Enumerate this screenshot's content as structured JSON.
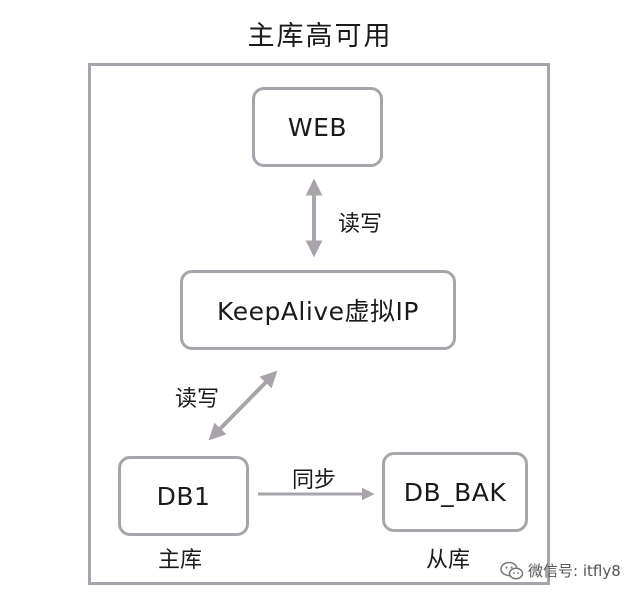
{
  "diagram": {
    "title": "主库高可用",
    "nodes": {
      "web": "WEB",
      "vip": "KeepAlive虚拟IP",
      "db1": "DB1",
      "dbbak": "DB_BAK"
    },
    "edges": {
      "web_vip": "读写",
      "vip_db1": "读写",
      "db1_dbbak": "同步"
    },
    "captions": {
      "db1": "主库",
      "dbbak": "从库"
    }
  },
  "watermark": {
    "text": "微信号: itfly8",
    "icon": "wechat-icon"
  },
  "colors": {
    "border": "#a9a3ab",
    "arrow": "#a9a3ab",
    "text": "#1a1a1a"
  }
}
